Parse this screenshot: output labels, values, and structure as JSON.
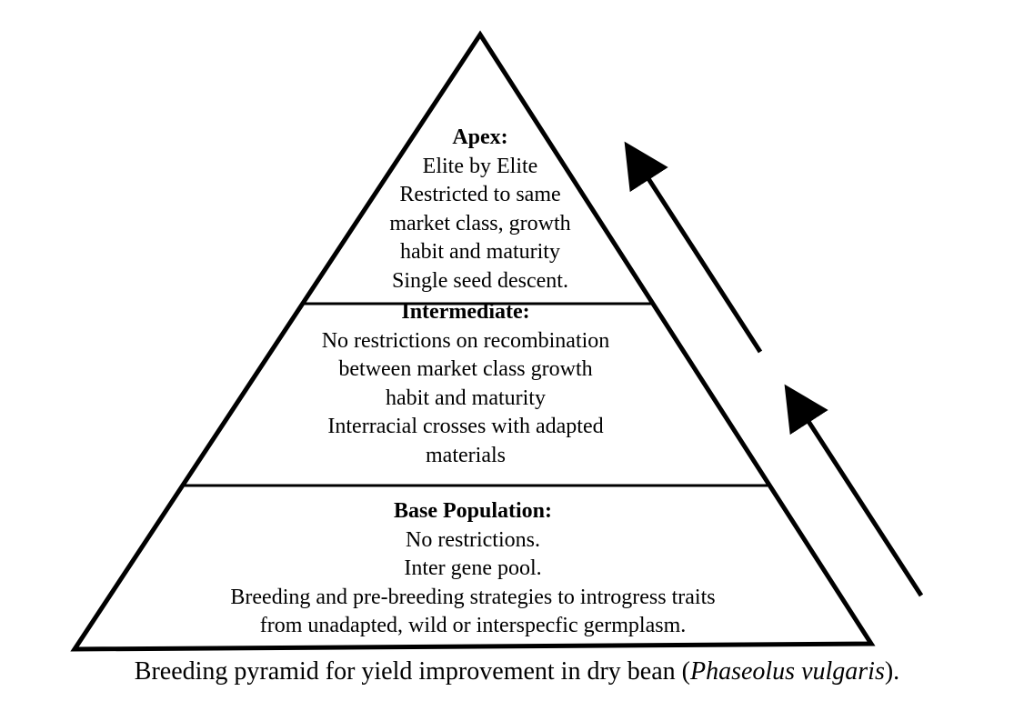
{
  "tiers": {
    "apex": {
      "heading": "Apex:",
      "lines": [
        "Elite by Elite",
        "Restricted to same",
        "market class, growth",
        "habit and maturity",
        "Single seed descent."
      ]
    },
    "intermediate": {
      "heading": "Intermediate:",
      "lines": [
        "No restrictions on recombination",
        "between market class growth",
        "habit and maturity",
        "Interracial crosses with adapted",
        "materials"
      ]
    },
    "base": {
      "heading": "Base Population:",
      "lines": [
        "No restrictions.",
        "Inter gene pool.",
        "Breeding and pre-breeding strategies to introgress traits",
        "from unadapted, wild or interspecfic germplasm."
      ]
    }
  },
  "caption": {
    "prefix": "Breeding pyramid for yield improvement in dry bean (",
    "italic": "Phaseolus vulgaris",
    "suffix": ")."
  },
  "colors": {
    "stroke": "#000000",
    "text": "#000000",
    "background": "#ffffff"
  }
}
